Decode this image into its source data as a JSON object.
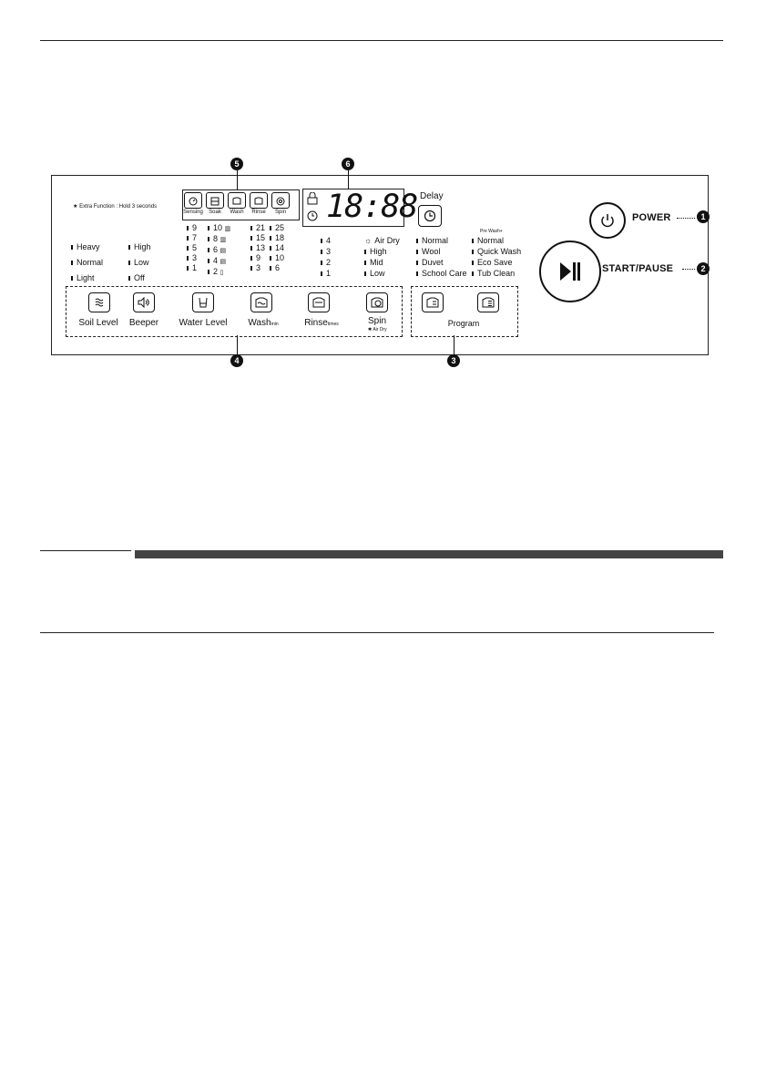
{
  "extra_function": "Extra Function : Hold 3 seconds",
  "stages": [
    "Sensing",
    "Soak",
    "Wash",
    "Rinse",
    "Spin"
  ],
  "display": {
    "digits": "18:88"
  },
  "delay_label": "Delay",
  "power_label": "POWER",
  "start_label": "START/PAUSE",
  "soil": [
    "Heavy",
    "Normal",
    "Light"
  ],
  "beeper": [
    "High",
    "Low",
    "Off"
  ],
  "water": [
    "9",
    "7",
    "5",
    "3",
    "1"
  ],
  "water_icons": [
    "10",
    "8",
    "6",
    "4",
    "2"
  ],
  "wash_a": [
    "21",
    "15",
    "13",
    "9",
    "3"
  ],
  "wash_b": [
    "25",
    "18",
    "14",
    "10",
    "6"
  ],
  "rinse": [
    "4",
    "3",
    "2",
    "1"
  ],
  "spin": [
    "Air Dry",
    "High",
    "Mid",
    "Low"
  ],
  "prog_a": [
    "Normal",
    "Wool",
    "Duvet",
    "School Care"
  ],
  "prewash_small": "Pre Wash+",
  "prog_b": [
    "Normal",
    "Quick Wash",
    "Eco Save",
    "Tub Clean"
  ],
  "buttons": {
    "soil": "Soil Level",
    "beeper": "Beeper",
    "water": "Water Level",
    "wash": "Wash",
    "wash_sub": "min",
    "rinse": "Rinse",
    "rinse_sub": "times",
    "spin": "Spin",
    "spin_sub": "Air Dry",
    "program": "Program"
  },
  "callouts": [
    "1",
    "2",
    "3",
    "4",
    "5",
    "6"
  ]
}
